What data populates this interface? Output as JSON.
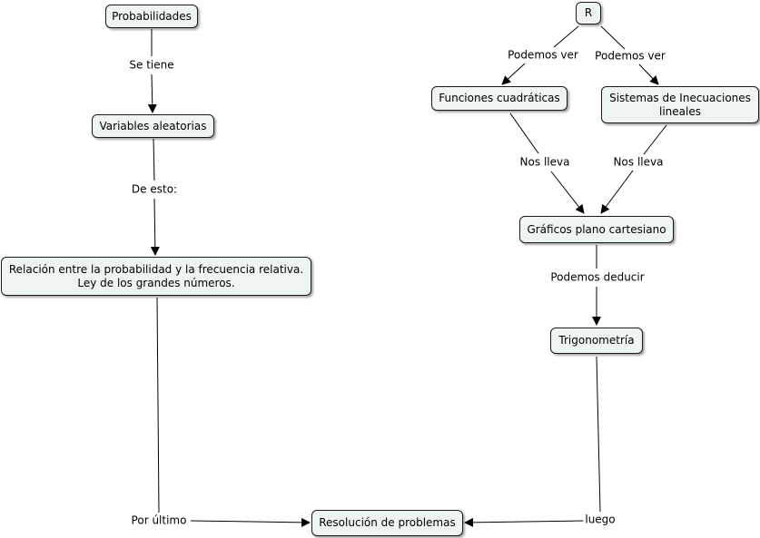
{
  "nodes": {
    "probabilidades": "Probabilidades",
    "variables": "Variables aleatorias",
    "relacion_line1": "Relación entre la probabilidad y la frecuencia relativa.",
    "relacion_line2": "Ley de los grandes números.",
    "r": "R",
    "funciones": "Funciones cuadráticas",
    "sistemas_line1": "Sistemas de Inecuaciones",
    "sistemas_line2": "lineales",
    "graficos": "Gráficos plano cartesiano",
    "trigonometria": "Trigonometría",
    "resolucion": "Resolución de problemas"
  },
  "links": {
    "se_tiene": "Se tiene",
    "de_esto": "De esto:",
    "por_ultimo": "Por último",
    "podemos_ver_left": "Podemos ver",
    "podemos_ver_right": "Podemos ver",
    "nos_lleva_left": "Nos lleva",
    "nos_lleva_right": "Nos lleva",
    "podemos_deducir": "Podemos deducir",
    "luego": "luego"
  },
  "colors": {
    "node_fill": "#eef3f4",
    "node_border": "#1a1a1a",
    "edge": "#000000"
  }
}
